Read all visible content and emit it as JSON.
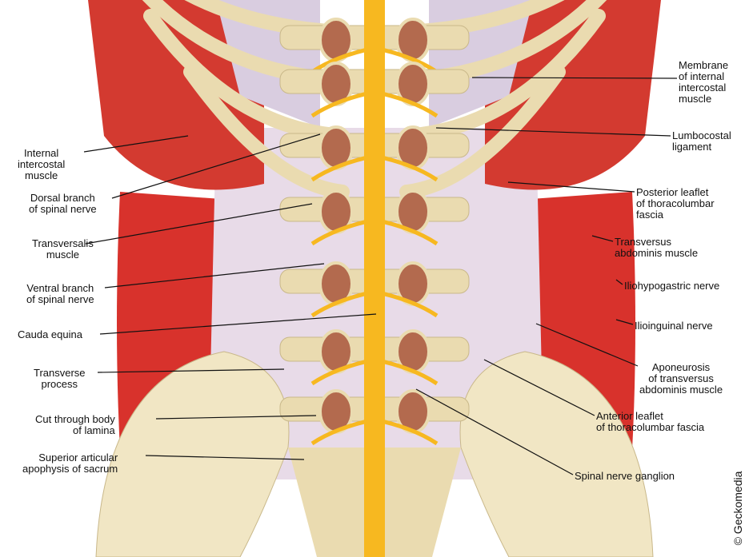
{
  "labels_left": [
    {
      "id": "internal-intercostal-muscle",
      "lines": [
        "Internal",
        "intercostal",
        "muscle"
      ]
    },
    {
      "id": "dorsal-branch-of-spinal-nerve",
      "lines": [
        "Dorsal branch",
        "of spinal nerve"
      ]
    },
    {
      "id": "transversalis-muscle",
      "lines": [
        "Transversalis",
        "muscle"
      ]
    },
    {
      "id": "ventral-branch-of-spinal-nerve",
      "lines": [
        "Ventral branch",
        "of spinal nerve"
      ]
    },
    {
      "id": "cauda-equina",
      "lines": [
        "Cauda equina"
      ]
    },
    {
      "id": "transverse-process",
      "lines": [
        "Transverse",
        "process"
      ]
    },
    {
      "id": "cut-through-body-of-lamina",
      "lines": [
        "Cut through body",
        "of lamina"
      ]
    },
    {
      "id": "superior-articular-apophysis",
      "lines": [
        "Superior articular",
        "apophysis of sacrum"
      ]
    }
  ],
  "labels_right": [
    {
      "id": "membrane-internal-intercostal",
      "lines": [
        "Membrane",
        "of internal",
        "intercostal",
        "muscle"
      ]
    },
    {
      "id": "lumbocostal-ligament",
      "lines": [
        "Lumbocostal",
        "ligament"
      ]
    },
    {
      "id": "posterior-leaflet",
      "lines": [
        "Posterior leaflet",
        "of thoracolumbar",
        "fascia"
      ]
    },
    {
      "id": "transversus-abdominis-muscle",
      "lines": [
        "Transversus",
        "abdominis muscle"
      ]
    },
    {
      "id": "iliohypogastric-nerve",
      "lines": [
        "Iliohypogastric nerve"
      ]
    },
    {
      "id": "ilioinguinal-nerve",
      "lines": [
        "Ilioinguinal nerve"
      ]
    },
    {
      "id": "aponeurosis",
      "lines": [
        "Aponeurosis",
        "of transversus",
        "abdominis muscle"
      ]
    },
    {
      "id": "anterior-leaflet",
      "lines": [
        "Anterior leaflet",
        "of thoracolumbar fascia"
      ]
    },
    {
      "id": "spinal-nerve-ganglion",
      "lines": [
        "Spinal nerve ganglion"
      ]
    }
  ],
  "copyright": "© Geckomedia",
  "colors": {
    "muscle": "#d8322c",
    "fascia": "#e6d6e6",
    "bone": "#efe2b8",
    "nerve": "#f7b820",
    "marrow": "#b36a4e"
  }
}
